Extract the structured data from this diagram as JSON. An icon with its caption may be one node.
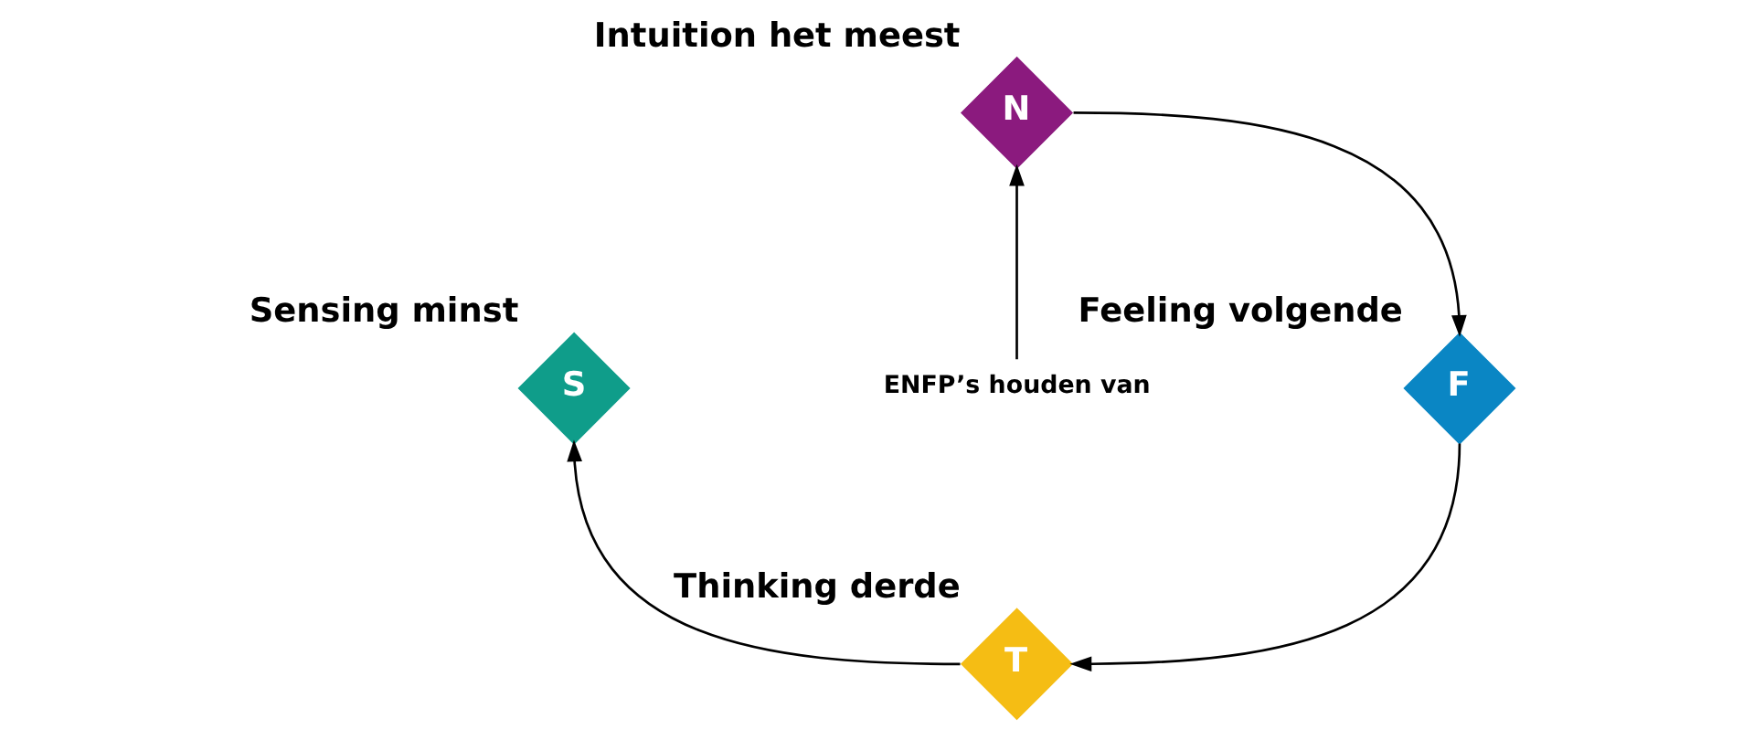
{
  "diagram": {
    "nodes": [
      {
        "text": [
          "N"
        ],
        "beside": [
          "Intuition het meest"
        ]
      },
      {
        "text": [
          "S"
        ],
        "beside": [
          "Sensing minst"
        ]
      },
      {
        "text": [
          "ENFP’s houden van"
        ]
      },
      {
        "text": [
          "F"
        ],
        "beside": [
          "Feeling volgende"
        ]
      },
      {
        "text": [
          "T"
        ],
        "beside": [
          "Thinking derde"
        ]
      }
    ],
    "edges": [
      {
        "from": 0,
        "to": 3,
        "arrow": "to"
      },
      {
        "from": 3,
        "to": 4,
        "arrow": "to"
      },
      {
        "from": 4,
        "to": 1,
        "arrow": "to"
      },
      {
        "from": 2,
        "to": 0,
        "arrow": "to"
      }
    ]
  }
}
